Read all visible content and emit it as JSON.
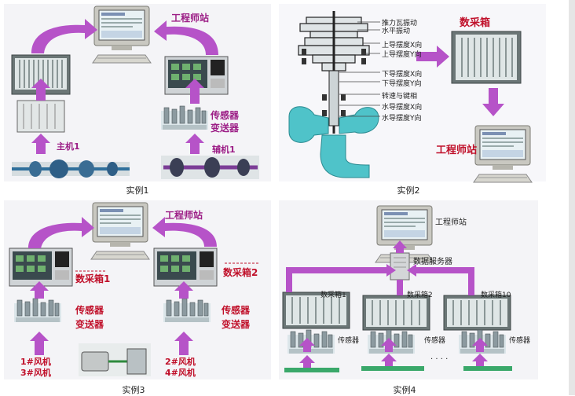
{
  "colors": {
    "arrow": "#b653c8",
    "label_purple": "#9c1e86",
    "label_red": "#c0102a",
    "panel_bg": "#f4f4f7",
    "cabinet": "#5a6a6a",
    "pipe": "#2f6f9b",
    "cyan": "#4fc3c9"
  },
  "panel1": {
    "caption": "实例1",
    "engineer": "工程师站",
    "sensor_line1": "传感器",
    "sensor_line2": "变送器",
    "main_unit": "主机1",
    "aux_unit": "辅机1"
  },
  "panel2": {
    "caption": "实例2",
    "collector": "数采箱",
    "engineer": "工程师站",
    "measure_points": [
      "推力瓦振动",
      "水平振动",
      "上导摆度X向",
      "上导摆度Y向",
      "下导摆度X向",
      "下导摆度Y向",
      "转速与键相",
      "水导摆度X向",
      "水导摆度Y向"
    ]
  },
  "panel3": {
    "caption": "实例3",
    "engineer": "工程师站",
    "box1": "数采箱1",
    "box2": "数采箱2",
    "sensor_line1": "传感器",
    "sensor_line2": "变送器",
    "fan_left_1": "1#风机",
    "fan_left_2": "3#风机",
    "fan_right_1": "2#风机",
    "fan_right_2": "4#风机"
  },
  "panel4": {
    "caption": "实例4",
    "engineer": "工程师站",
    "server": "数据服务器",
    "box1": "数采箱1",
    "box2": "数采箱2",
    "box10": "数采箱10",
    "sensor": "传感器",
    "ellipsis": "· · · ·"
  }
}
